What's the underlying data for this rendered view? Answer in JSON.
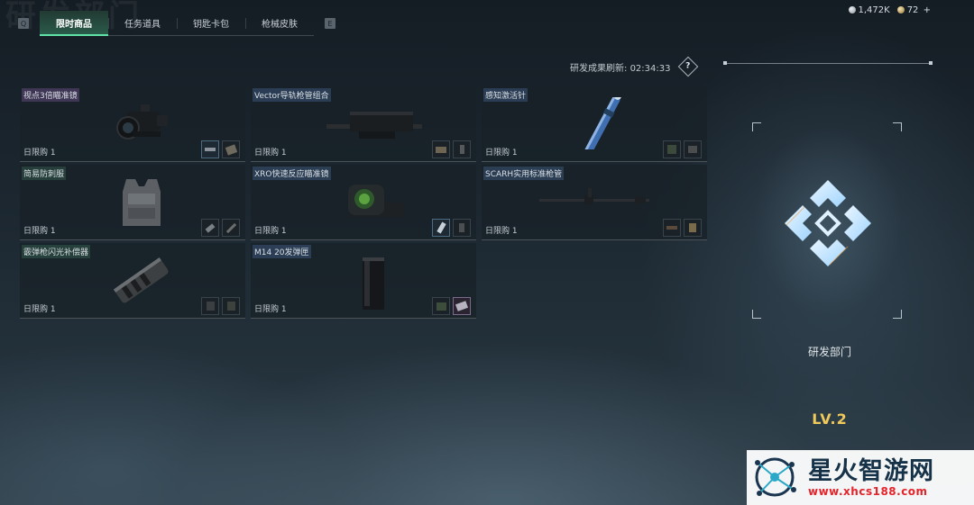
{
  "background_title": "研发部门",
  "tabs": {
    "left_key": "Q",
    "right_key": "E",
    "items": [
      {
        "label": "限时商品",
        "active": true
      },
      {
        "label": "任务道具",
        "active": false
      },
      {
        "label": "钥匙卡包",
        "active": false
      },
      {
        "label": "枪械皮肤",
        "active": false
      }
    ]
  },
  "currency": {
    "silver": "1,472K",
    "gold": "72",
    "plus": "+"
  },
  "refresh": {
    "label": "研发成果刷新:",
    "time": "02:34:33",
    "help": "?"
  },
  "items": [
    {
      "name": "视点3倍瞄准镜",
      "limit": "日限购 1",
      "rarity": "purple",
      "icon": "scope-3x-icon"
    },
    {
      "name": "Vector导轨枪管组合",
      "limit": "日限购 1",
      "rarity": "blue",
      "icon": "barrel-rail-icon"
    },
    {
      "name": "感知激活针",
      "limit": "日限购 1",
      "rarity": "blue",
      "icon": "injector-icon"
    },
    {
      "name": "简易防刺服",
      "limit": "日限购 1",
      "rarity": "green",
      "icon": "stab-vest-icon"
    },
    {
      "name": "XRO快速反应瞄准镜",
      "limit": "日限购 1",
      "rarity": "blue",
      "icon": "red-dot-sight-icon"
    },
    {
      "name": "SCARH实用标准枪管",
      "limit": "日限购 1",
      "rarity": "blue",
      "icon": "barrel-icon"
    },
    {
      "name": "霰弹枪闪光补偿器",
      "limit": "日限购 1",
      "rarity": "green",
      "icon": "compensator-icon"
    },
    {
      "name": "M14 20发弹匣",
      "limit": "日限购 1",
      "rarity": "blue",
      "icon": "magazine-icon"
    }
  ],
  "department": {
    "name": "研发部门",
    "level": "LV.2"
  },
  "watermark": {
    "title": "星火智游网",
    "url": "www.xhcs188.com"
  }
}
